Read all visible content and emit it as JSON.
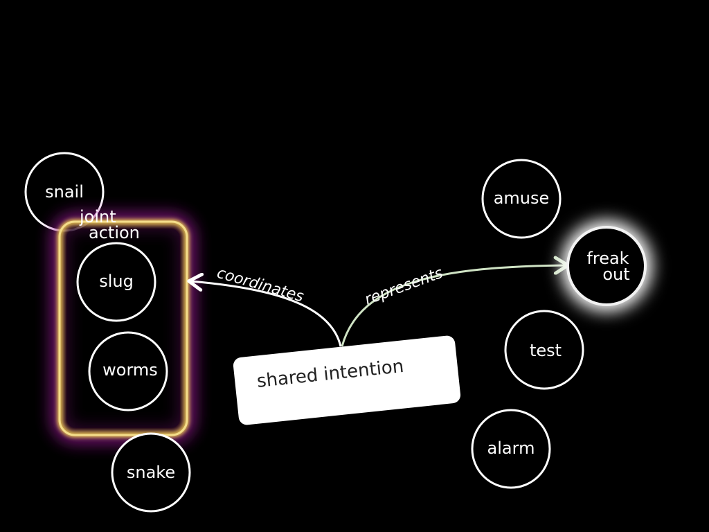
{
  "colors": {
    "background": "#000000",
    "node_stroke": "#ffffff",
    "group_border": "#e8c450",
    "group_glow": "#a01c9c",
    "highlight_glow": "#ffffff",
    "represents_edge": "#cfe3c4"
  },
  "group": {
    "label_line1": "joint",
    "label_line2": "action"
  },
  "nodes": {
    "snail": "snail",
    "slug": "slug",
    "worms": "worms",
    "snake": "snake",
    "amuse": "amuse",
    "freak_out_line1": "freak",
    "freak_out_line2": "out",
    "test": "test",
    "alarm": "alarm"
  },
  "center": {
    "label": "shared intention"
  },
  "edges": {
    "coordinates": "coordinates",
    "represents": "represents"
  }
}
